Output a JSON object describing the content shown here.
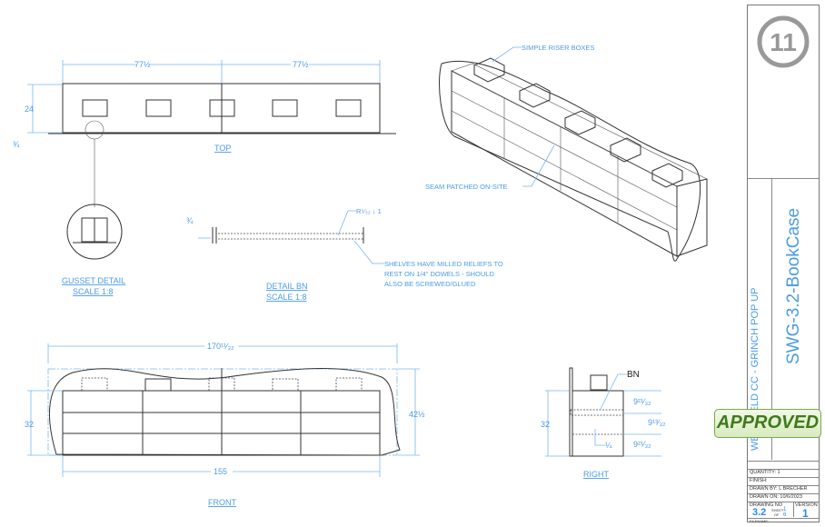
{
  "views": {
    "top": {
      "label": "TOP",
      "dim_left": "77½",
      "dim_right": "77½",
      "dim_depth": "24",
      "dim_thk": "¾"
    },
    "gusset": {
      "label": "GUSSET DETAIL",
      "scale": "SCALE 1:8"
    },
    "detail_bn": {
      "label": "DETAIL BN",
      "scale": "SCALE 1:8",
      "dim_thk": "¾",
      "radius": "R⁵⁄₃₂ ↓ 1",
      "note_lines": [
        "SHELVES HAVE MILLED RELIEFS TO",
        "REST ON 1/4\" DOWELS - SHOULD",
        "ALSO BE SCREWED/GLUED"
      ]
    },
    "iso": {
      "note_riser": "SIMPLE RISER BOXES",
      "note_seam": "SEAM PATCHED ON-SITE"
    },
    "front": {
      "label": "FRONT",
      "dim_overall": "170¹¹⁄₃₂",
      "dim_height": "32",
      "dim_total_height": "42½",
      "dim_width": "155"
    },
    "right": {
      "label": "RIGHT",
      "callout": "BN",
      "dim_height": "32",
      "dim_a": "9²¹⁄₃₂",
      "dim_b": "9¹³⁄₃₂",
      "dim_c": "9²¹⁄₃₂",
      "dim_thk": "¼"
    }
  },
  "title_block": {
    "logo": "11",
    "project": "WESTFIELD CC - GRINCH POP UP",
    "drawing_title": "SWG-3.2-BookCase",
    "quantity": "QUANTITY: 1",
    "finish": "FINISH:",
    "drawn_by": "DRAWN BY:  L BRECHER",
    "drawn_on": "DRAWN ON:  10/6/2023",
    "drawing_no_label": "DRAWING NO",
    "drawing_no": "3.2",
    "sheet_label": "SHEET",
    "of_label": "OF",
    "sheet": "1",
    "sheets": "6",
    "version_label": "VERSION",
    "version": "1",
    "filename_label": "FILENAME:"
  },
  "stamp": {
    "text": "APPROVED",
    "color": "#3f7a1c"
  },
  "colors": {
    "dimension": "#4a9be8",
    "line": "#333333"
  }
}
